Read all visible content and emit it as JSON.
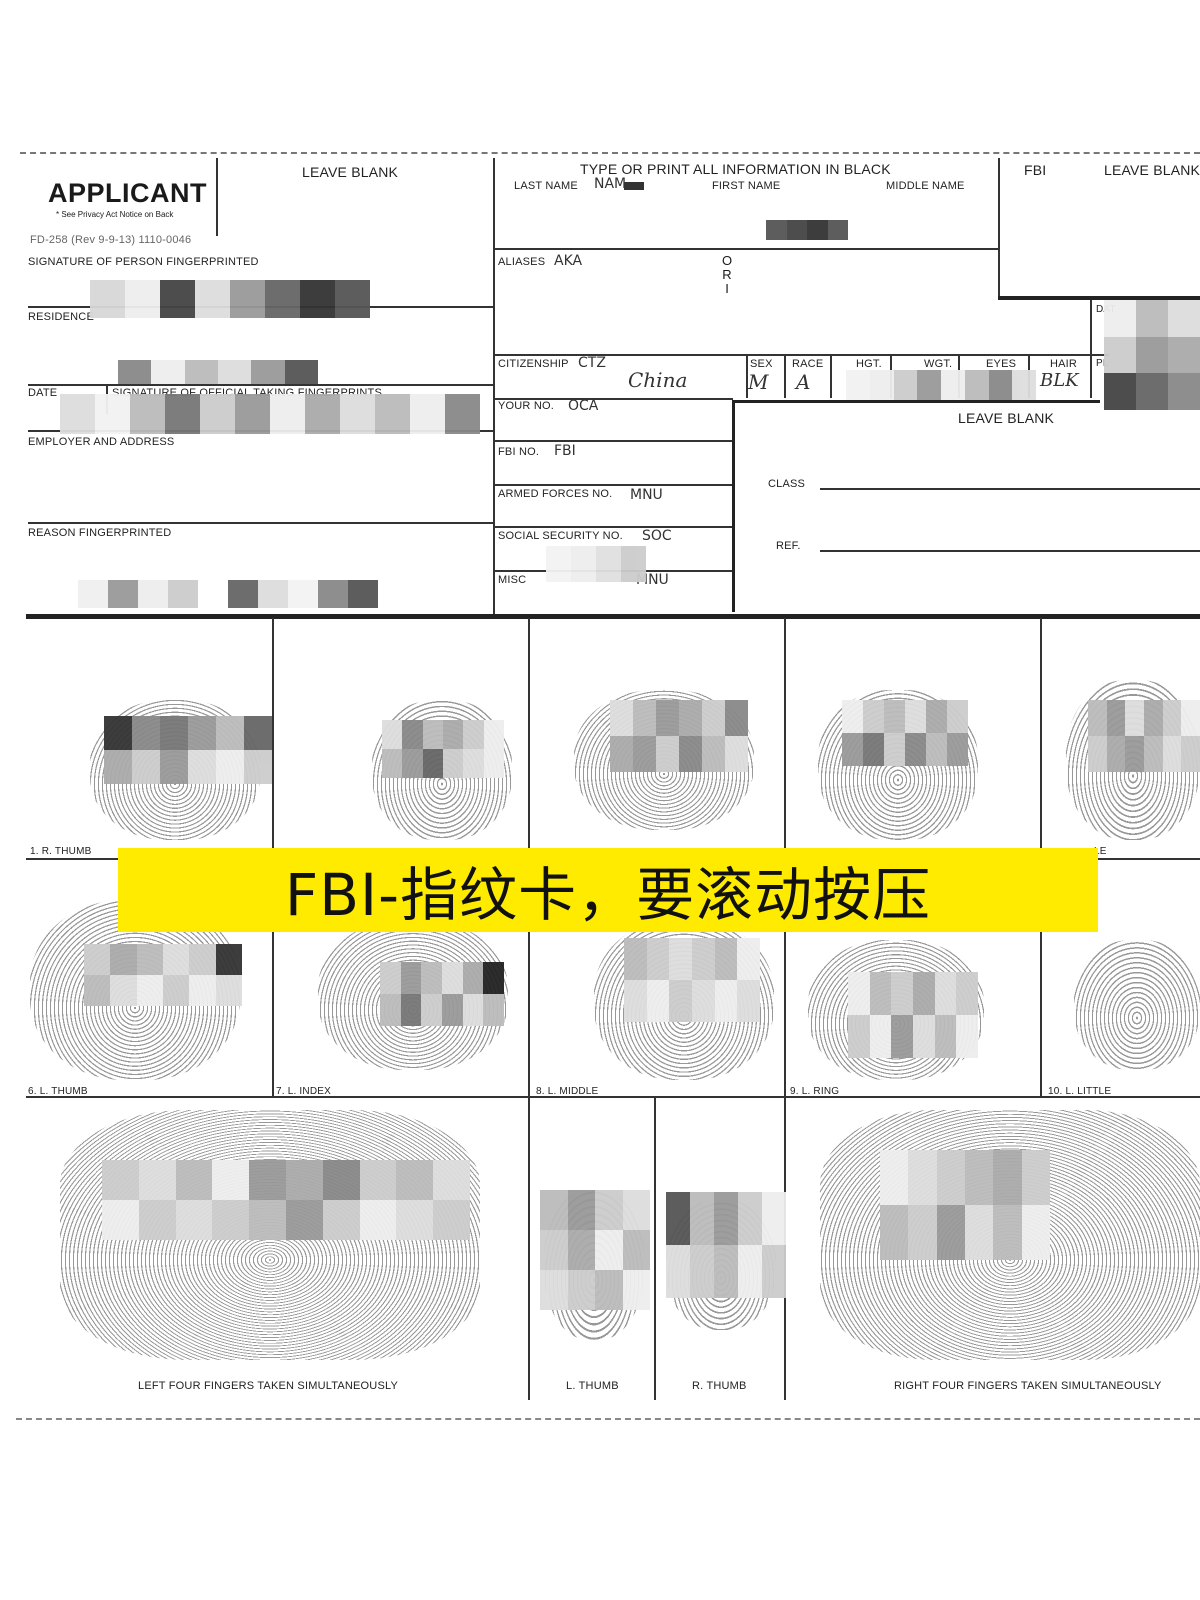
{
  "applicant": {
    "title": "APPLICANT",
    "privacy_note": "* See Privacy Act Notice on Back",
    "form_number": "FD-258 (Rev 9-9-13) 1110-0046",
    "leave_blank": "LEAVE BLANK"
  },
  "left_fields": {
    "signature": "SIGNATURE OF PERSON FINGERPRINTED",
    "residence": "RESIDENCE",
    "date": "DATE",
    "signature_official": "SIGNATURE OF OFFICIAL TAKING FINGERPRINTS",
    "employer": "EMPLOYER AND ADDRESS",
    "reason": "REASON FINGERPRINTED"
  },
  "header": {
    "instruction": "TYPE OR PRINT ALL INFORMATION IN BLACK",
    "last_name": "LAST NAME",
    "last_name_value": "NAM",
    "first_name": "FIRST NAME",
    "middle_name": "MIDDLE NAME",
    "fbi": "FBI",
    "leave_blank": "LEAVE BLANK"
  },
  "middle_fields": {
    "aliases": "ALIASES",
    "aliases_value": "AKA",
    "ori": [
      "O",
      "R",
      "I"
    ],
    "citizenship": "CITIZENSHIP",
    "citizenship_code": "CTZ",
    "citizenship_value": "China",
    "sex": "SEX",
    "sex_value": "M",
    "race": "RACE",
    "race_value": "A",
    "hgt": "HGT.",
    "wgt": "WGT.",
    "eyes": "EYES",
    "hair": "HAIR",
    "hair_value": "BLK",
    "date_short": "DAT",
    "place_short": "PL",
    "your_no": "YOUR NO.",
    "your_no_value": "OCA",
    "fbi_no": "FBI NO.",
    "fbi_no_value": "FBI",
    "armed_forces": "ARMED FORCES NO.",
    "armed_forces_value": "MNU",
    "ssn": "SOCIAL SECURITY NO.",
    "ssn_value": "SOC",
    "misc": "MISC",
    "misc_value": "MNU"
  },
  "right_box": {
    "leave_blank": "LEAVE BLANK",
    "class": "CLASS",
    "ref": "REF."
  },
  "fingers": {
    "row1": [
      "1. R. THUMB",
      "",
      "",
      "",
      "LE"
    ],
    "row2": [
      "6. L. THUMB",
      "7. L. INDEX",
      "8. L. MIDDLE",
      "9. L. RING",
      "10. L. LITTLE"
    ],
    "left_four": "LEFT FOUR FINGERS TAKEN SIMULTANEOUSLY",
    "l_thumb": "L. THUMB",
    "r_thumb": "R. THUMB",
    "right_four": "RIGHT FOUR FINGERS TAKEN SIMULTANEOUSLY"
  },
  "banner": {
    "text": "FBI-指纹卡，要滚动按压"
  },
  "colors": {
    "banner": "#ffeb00",
    "ink": "#222222"
  }
}
